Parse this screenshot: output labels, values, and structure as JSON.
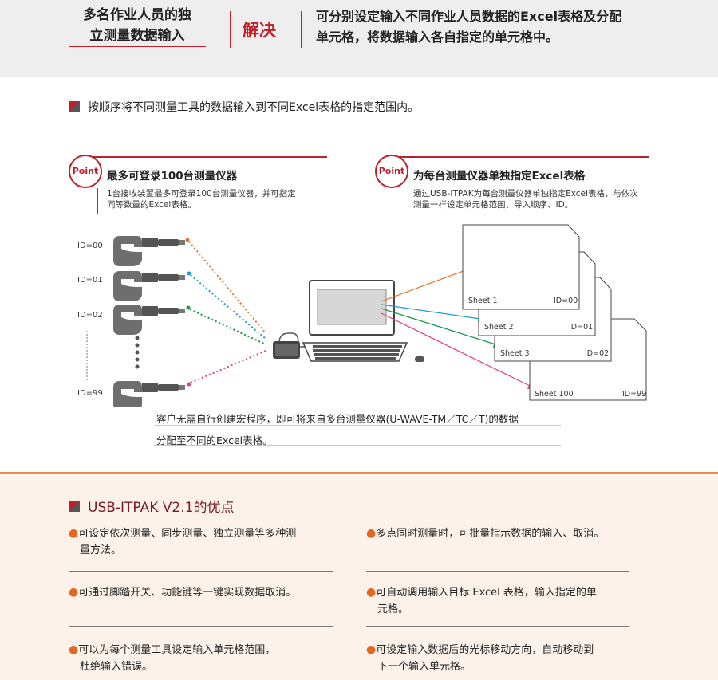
{
  "header": {
    "problem_line1": "多名作业人员的独",
    "problem_line2": "立测量数据输入",
    "resolve_label": "解决",
    "solution_line1": "可分别设定输入不同作业人员数据的Excel表格及分配",
    "solution_line2": "单元格，将数据输入各自指定的单元格中。"
  },
  "section": {
    "heading": "按顺序将不同测量工具的数据输入到不同Excel表格的指定范围内。"
  },
  "points": [
    {
      "badge": "Point",
      "title": "最多可登录100台测量仪器",
      "desc_line1": "1台接收装置最多可登录100台测量仪器，并可指定",
      "desc_line2": "同等数量的Excel表格。"
    },
    {
      "badge": "Point",
      "title": "为每台测量仪器单独指定Excel表格",
      "desc_line1": "通过USB-ITPAK为每台测量仪器单独指定Excel表格，与依次",
      "desc_line2": "测量一样设定单元格范围、导入顺序、ID。"
    }
  ],
  "diagram": {
    "ids": [
      "ID=00",
      "ID=01",
      "ID=02",
      "ID=99"
    ],
    "sheets": [
      {
        "name": "Sheet 1",
        "id": "ID=00"
      },
      {
        "name": "Sheet 2",
        "id": "ID=01"
      },
      {
        "name": "Sheet 3",
        "id": "ID=02"
      },
      {
        "name": "Sheet 100",
        "id": "ID=99"
      }
    ],
    "colors": {
      "orange": "#e8772e",
      "blue": "#1f9bd7",
      "green": "#1a9a4a",
      "pink": "#e0408a"
    }
  },
  "caption": {
    "line1": "客户无需自行创建宏程序，即可将来自多台测量仪器(U-WAVE-TM／TC／T)的数据",
    "line2": "分配至不同的Excel表格。"
  },
  "advantages": {
    "heading": "USB-ITPAK V2.1的优点",
    "left": [
      {
        "line1": "可设定依次测量、同步测量、独立测量等多种测",
        "line2": "量方法。"
      },
      {
        "line1": "可通过脚踏开关、功能键等一键实现数据取消。",
        "line2": ""
      },
      {
        "line1": "可以为每个测量工具设定输入单元格范围，",
        "line2": "杜绝输入错误。"
      }
    ],
    "right": [
      {
        "line1": "多点同时测量时，可批量指示数据的输入、取消。",
        "line2": ""
      },
      {
        "line1": "可自动调用输入目标 Excel 表格，输入指定的单",
        "line2": "元格。"
      },
      {
        "line1": "可设定输入数据后的光标移动方向，自动移动到",
        "line2": "下一个输入单元格。"
      }
    ]
  }
}
